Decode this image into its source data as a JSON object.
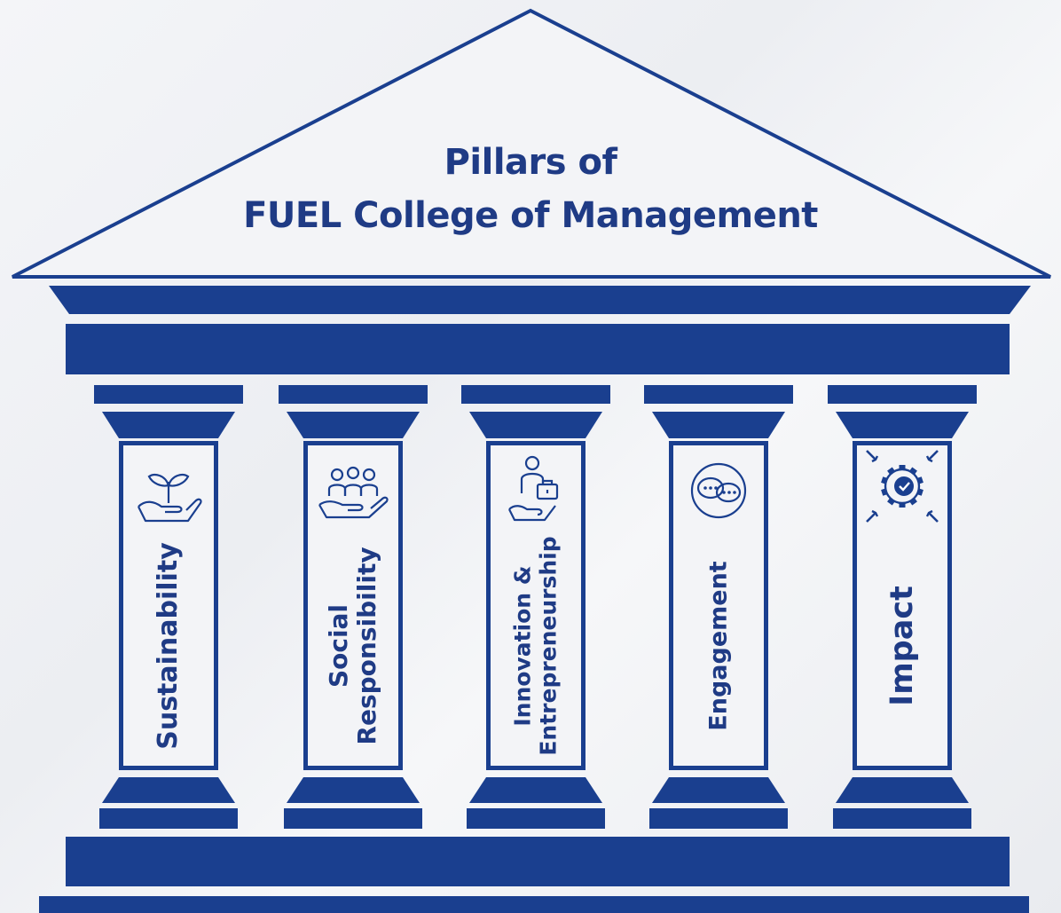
{
  "title": {
    "line1": "Pillars of",
    "line2": "FUEL College of Management"
  },
  "colors": {
    "navy": "#1a3f8f",
    "text": "#1f3b85",
    "background": "#f2f3f6"
  },
  "pillars": [
    {
      "label_lines": [
        "Sustainability"
      ],
      "icon": "plant-in-hand-icon"
    },
    {
      "label_lines": [
        "Social",
        "Responsibility"
      ],
      "icon": "people-in-hand-icon"
    },
    {
      "label_lines": [
        "Innovation &",
        "Entrepreneurship"
      ],
      "icon": "businessman-briefcase-icon"
    },
    {
      "label_lines": [
        "Engagement"
      ],
      "icon": "chat-bubbles-icon"
    },
    {
      "label_lines": [
        "Impact"
      ],
      "icon": "target-gear-icon"
    }
  ]
}
